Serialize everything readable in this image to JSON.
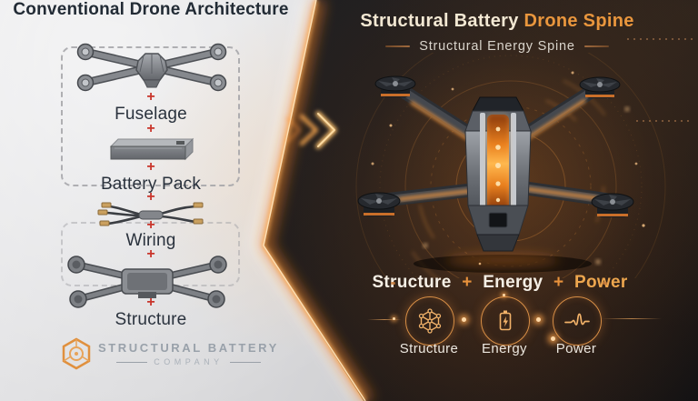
{
  "left_panel": {
    "title": "Conventional Drone Architecture",
    "plus": "+",
    "components": [
      {
        "label": "Fuselage",
        "illustration": "quadcopter-with-fuselage"
      },
      {
        "label": "Battery Pack",
        "illustration": "battery-pack"
      },
      {
        "label": "Wiring",
        "illustration": "wiring-harness"
      },
      {
        "label": "Structure",
        "illustration": "bare-airframe"
      }
    ],
    "logo": {
      "icon": "hexagon-logo-icon",
      "name_line": "STRUCTURAL BATTERY",
      "sub_line": "COMPANY"
    }
  },
  "right_panel": {
    "title": {
      "part1": "Structural Battery",
      "part2": "Drone Spine"
    },
    "subtitle": "Structural Energy Spine",
    "equation": {
      "terms": [
        "Structure",
        "Energy",
        "Power"
      ],
      "plus": "+"
    },
    "features": [
      {
        "label": "Structure",
        "icon": "lattice-icon"
      },
      {
        "label": "Energy",
        "icon": "battery-bolt-icon"
      },
      {
        "label": "Power",
        "icon": "pulse-wave-icon"
      }
    ],
    "illustration": "structural-battery-drone-render"
  },
  "divider": {
    "icon": "chevron-right-icons"
  },
  "colors": {
    "accent_orange": "#E8923C",
    "power_gold": "#EDA64E",
    "plus_red": "#C9352B",
    "dark_bg": "#17181B",
    "light_bg": "#D7D7D9",
    "title_dark": "#222B35",
    "cream_text": "#F3E8D3",
    "logo_gray": "#99A1AA"
  }
}
